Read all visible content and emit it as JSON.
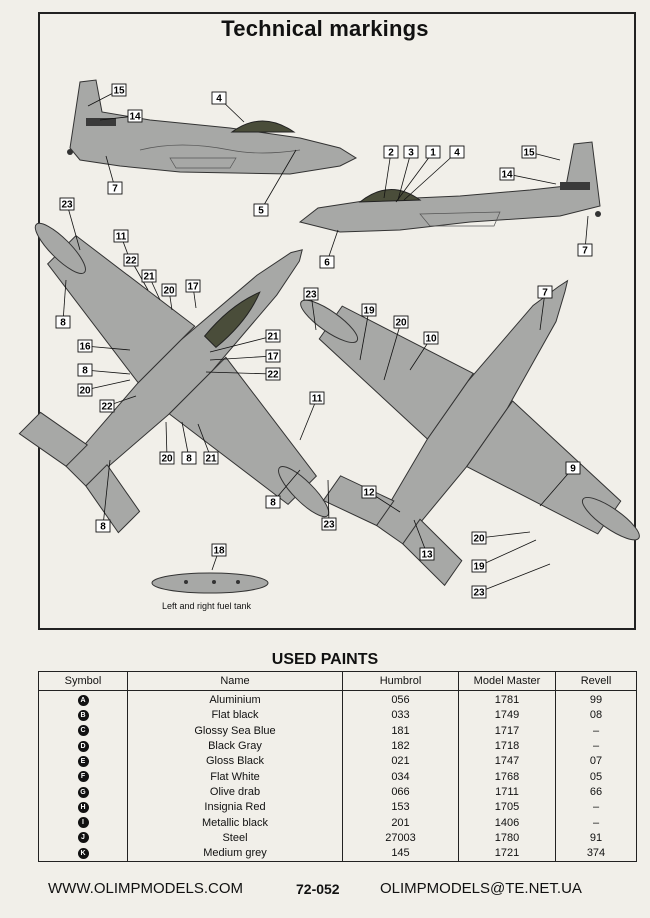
{
  "header": {
    "title": "Technical markings"
  },
  "fuel_tank_caption": "Left and right fuel tank",
  "paints": {
    "title": "USED PAINTS",
    "columns": [
      "Symbol",
      "Name",
      "Humbrol",
      "Model Master",
      "Revell"
    ],
    "rows": [
      {
        "symbol": "A",
        "name": "Aluminium",
        "humbrol": "056",
        "model_master": "1781",
        "revell": "99"
      },
      {
        "symbol": "B",
        "name": "Flat black",
        "humbrol": "033",
        "model_master": "1749",
        "revell": "08"
      },
      {
        "symbol": "C",
        "name": "Glossy Sea Blue",
        "humbrol": "181",
        "model_master": "1717",
        "revell": "–"
      },
      {
        "symbol": "D",
        "name": "Black Gray",
        "humbrol": "182",
        "model_master": "1718",
        "revell": "–"
      },
      {
        "symbol": "E",
        "name": "Gloss Black",
        "humbrol": "021",
        "model_master": "1747",
        "revell": "07"
      },
      {
        "symbol": "F",
        "name": "Flat White",
        "humbrol": "034",
        "model_master": "1768",
        "revell": "05"
      },
      {
        "symbol": "G",
        "name": "Olive drab",
        "humbrol": "066",
        "model_master": "1711",
        "revell": "66"
      },
      {
        "symbol": "H",
        "name": "Insignia Red",
        "humbrol": "153",
        "model_master": "1705",
        "revell": "–"
      },
      {
        "symbol": "I",
        "name": "Metallic black",
        "humbrol": "201",
        "model_master": "1406",
        "revell": "–"
      },
      {
        "symbol": "J",
        "name": "Steel",
        "humbrol": "27003",
        "model_master": "1780",
        "revell": "91"
      },
      {
        "symbol": "K",
        "name": "Medium grey",
        "humbrol": "145",
        "model_master": "1721",
        "revell": "374"
      }
    ]
  },
  "footer": {
    "website": "WWW.OLIMPMODELS.COM",
    "code": "72-052",
    "email": "OLIMPMODELS@TE.NET.UA"
  },
  "markings": {
    "top_side_view": [
      "15",
      "14",
      "4",
      "7",
      "5"
    ],
    "right_side_view": [
      "2",
      "3",
      "1",
      "4",
      "15",
      "14",
      "6",
      "7"
    ],
    "lower_plan_view": [
      "23",
      "11",
      "22",
      "21",
      "20",
      "17",
      "8",
      "16",
      "21",
      "17",
      "22",
      "8",
      "20",
      "22",
      "11",
      "20",
      "8",
      "21",
      "8",
      "8",
      "23"
    ],
    "upper_plan_view": [
      "23",
      "19",
      "20",
      "10",
      "7",
      "9",
      "12",
      "13",
      "20",
      "19",
      "23"
    ],
    "fuel_tank": [
      "18"
    ]
  }
}
